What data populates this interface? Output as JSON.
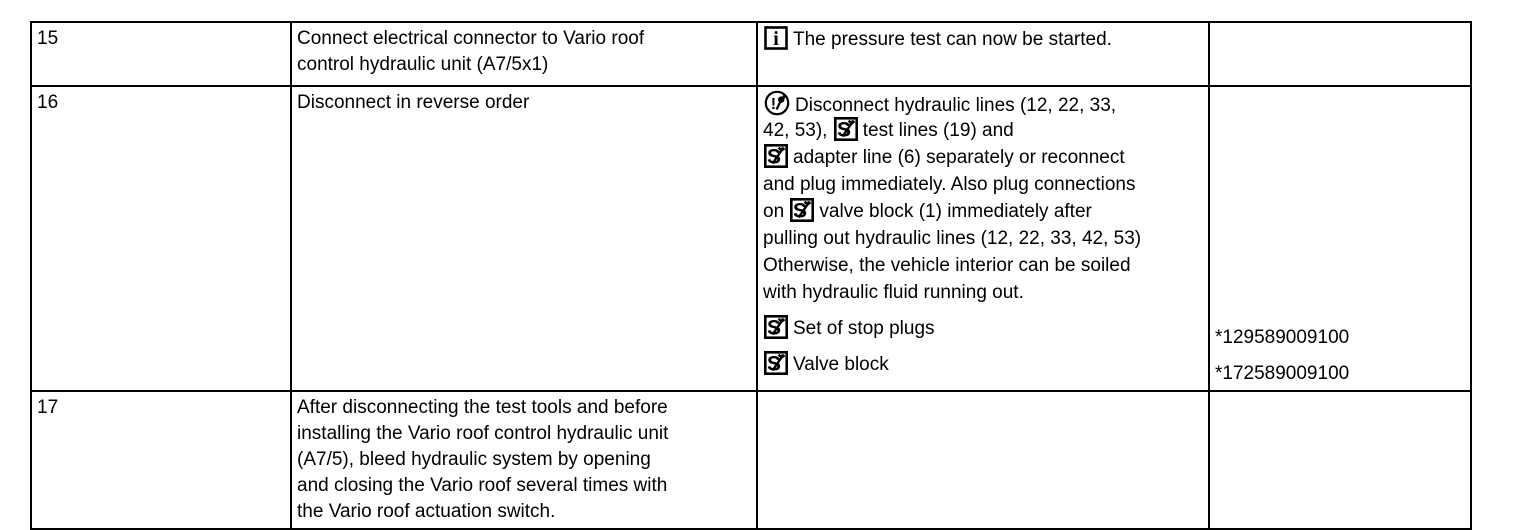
{
  "colors": {
    "border": "#000000",
    "text": "#000000",
    "background": "#ffffff"
  },
  "icons": {
    "info": "info-icon",
    "warning": "warning-circle-icon",
    "special_tool": "special-tool-icon"
  },
  "rows": [
    {
      "step": "15",
      "instruction_lines": [
        "Connect electrical connector to Vario roof",
        "control hydraulic unit (A7/5x1)"
      ],
      "note_lines": [
        [
          {
            "icon": "info"
          },
          {
            "text": "The pressure test can now be started."
          }
        ]
      ],
      "tools": [],
      "parts": []
    },
    {
      "step": "16",
      "instruction_lines": [
        "Disconnect in reverse order"
      ],
      "note_lines": [
        [
          {
            "icon": "warning"
          },
          {
            "text": "Disconnect hydraulic lines (12, 22, 33,"
          }
        ],
        [
          {
            "text": "42, 53), "
          },
          {
            "icon": "special-tool"
          },
          {
            "text": "test lines (19) and"
          }
        ],
        [
          {
            "icon": "special-tool"
          },
          {
            "text": "adapter line (6) separately or reconnect"
          }
        ],
        [
          {
            "text": "and plug immediately. Also plug connections"
          }
        ],
        [
          {
            "text": "on "
          },
          {
            "icon": "special-tool"
          },
          {
            "text": "valve block (1) immediately after"
          }
        ],
        [
          {
            "text": "pulling out hydraulic lines (12, 22, 33, 42, 53)"
          }
        ],
        [
          {
            "text": "Otherwise, the vehicle interior can be soiled"
          }
        ],
        [
          {
            "text": "with hydraulic fluid running out."
          }
        ]
      ],
      "tools": [
        {
          "icon": "special-tool",
          "label": "Set of stop plugs",
          "part": "*129589009100"
        },
        {
          "icon": "special-tool",
          "label": "Valve block",
          "part": "*172589009100"
        }
      ]
    },
    {
      "step": "17",
      "instruction_lines": [
        "After disconnecting the test tools and before",
        "installing the Vario roof control hydraulic unit",
        "(A7/5), bleed hydraulic system by opening",
        "and closing the Vario roof several times with",
        "the Vario roof actuation switch."
      ],
      "note_lines": [],
      "tools": []
    }
  ]
}
